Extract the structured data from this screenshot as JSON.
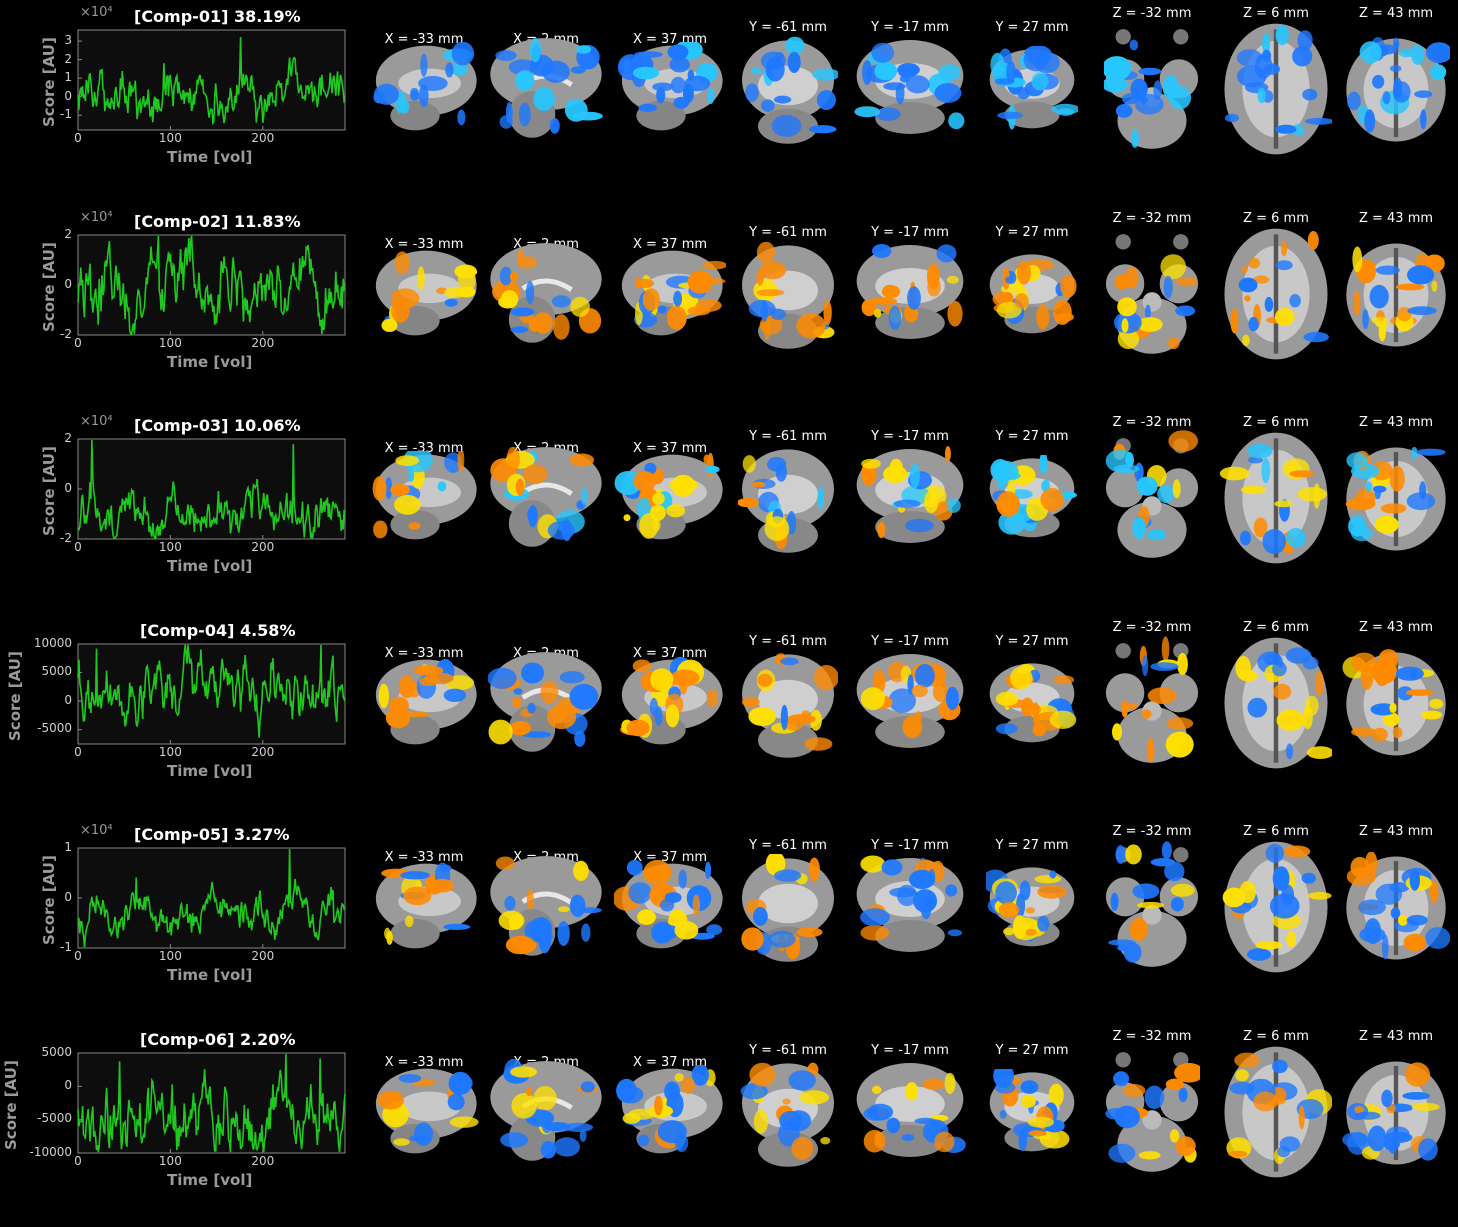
{
  "slice_labels": {
    "sagittal": [
      "X = -33 mm",
      "X = 2 mm",
      "X = 37 mm"
    ],
    "coronal": [
      "Y = -61 mm",
      "Y = -17 mm",
      "Y = 27 mm"
    ],
    "axial": [
      "Z = -32 mm",
      "Z = 6 mm",
      "Z = 43 mm"
    ]
  },
  "axis": {
    "ylabel": "Score [AU]",
    "xlabel": "Time [vol]",
    "xticks": [
      "0",
      "100",
      "200"
    ],
    "exponent": "×10⁴"
  },
  "colors": {
    "trace": "#1ec81e",
    "positive": "#ff8a00",
    "positive_hot": "#ffe000",
    "negative": "#1e78ff",
    "negative_light": "#27c6ff",
    "brain_gray": "#9a9a9a"
  },
  "components": [
    {
      "title": "[Comp-01] 38.19%",
      "has_exponent": true,
      "yticks": [
        "3",
        "2",
        "1",
        "0",
        "-1"
      ],
      "ylim": [
        -1.8,
        3.6
      ],
      "tick_values": [
        3,
        2,
        1,
        0,
        -1
      ]
    },
    {
      "title": "[Comp-02] 11.83%",
      "has_exponent": true,
      "yticks": [
        "2",
        "0",
        "-2"
      ],
      "ylim": [
        -2,
        2
      ],
      "tick_values": [
        2,
        0,
        -2
      ]
    },
    {
      "title": "[Comp-03] 10.06%",
      "has_exponent": true,
      "yticks": [
        "2",
        "0",
        "-2"
      ],
      "ylim": [
        -2,
        2
      ],
      "tick_values": [
        2,
        0,
        -2
      ]
    },
    {
      "title": "[Comp-04] 4.58%",
      "has_exponent": false,
      "yticks": [
        "10000",
        "5000",
        "0",
        "-5000"
      ],
      "ylim": [
        -7500,
        10000
      ],
      "tick_values": [
        10000,
        5000,
        0,
        -5000
      ]
    },
    {
      "title": "[Comp-05] 3.27%",
      "has_exponent": true,
      "yticks": [
        "1",
        "0",
        "-1"
      ],
      "ylim": [
        -1,
        1
      ],
      "tick_values": [
        1,
        0,
        -1
      ]
    },
    {
      "title": "[Comp-06] 2.20%",
      "has_exponent": false,
      "yticks": [
        "5000",
        "0",
        "-5000",
        "-10000"
      ],
      "ylim": [
        -10000,
        5000
      ],
      "tick_values": [
        5000,
        0,
        -5000,
        -10000
      ]
    }
  ]
}
